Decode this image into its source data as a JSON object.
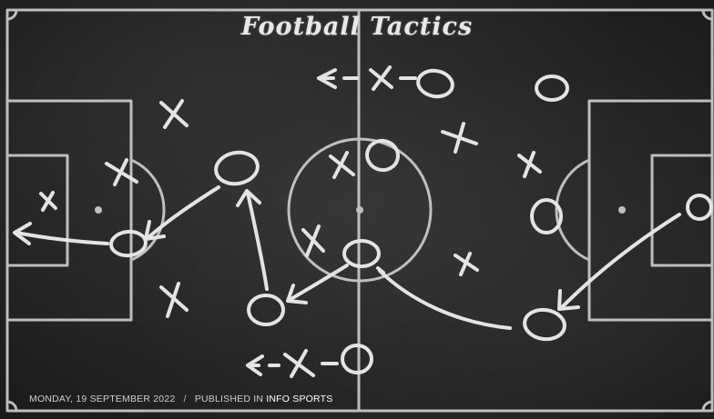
{
  "title": "Football Tactics",
  "caption": {
    "date": "MONDAY, 19 SEPTEMBER 2022",
    "separator": "/",
    "published_prefix": "PUBLISHED IN",
    "category": "INFO SPORTS"
  },
  "colors": {
    "board": "#222222",
    "chalk": "#d9d9d9"
  }
}
